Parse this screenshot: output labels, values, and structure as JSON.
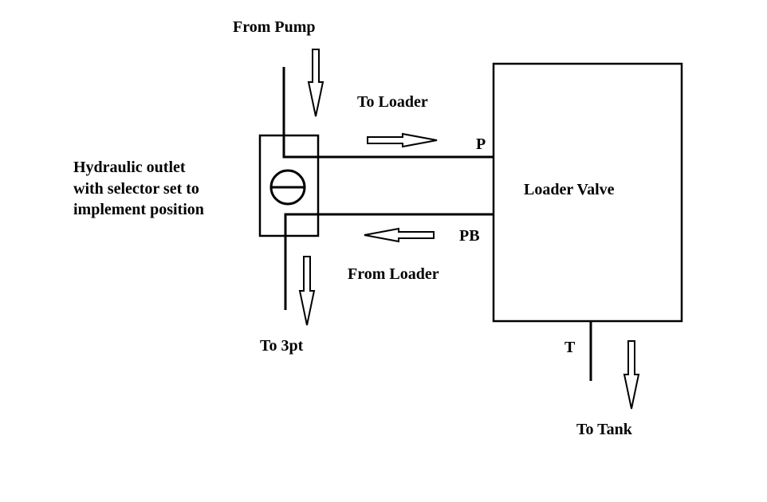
{
  "labels": {
    "from_pump": "From Pump",
    "to_loader": "To Loader",
    "from_loader": "From Loader",
    "to_3pt": "To 3pt",
    "to_tank": "To Tank",
    "outlet_line1": "Hydraulic outlet",
    "outlet_line2": "with selector set to",
    "outlet_line3": "implement position",
    "loader_valve": "Loader Valve",
    "port_p": "P",
    "port_pb": "PB",
    "port_t": "T"
  },
  "colors": {
    "stroke": "#000000",
    "background": "#ffffff"
  }
}
